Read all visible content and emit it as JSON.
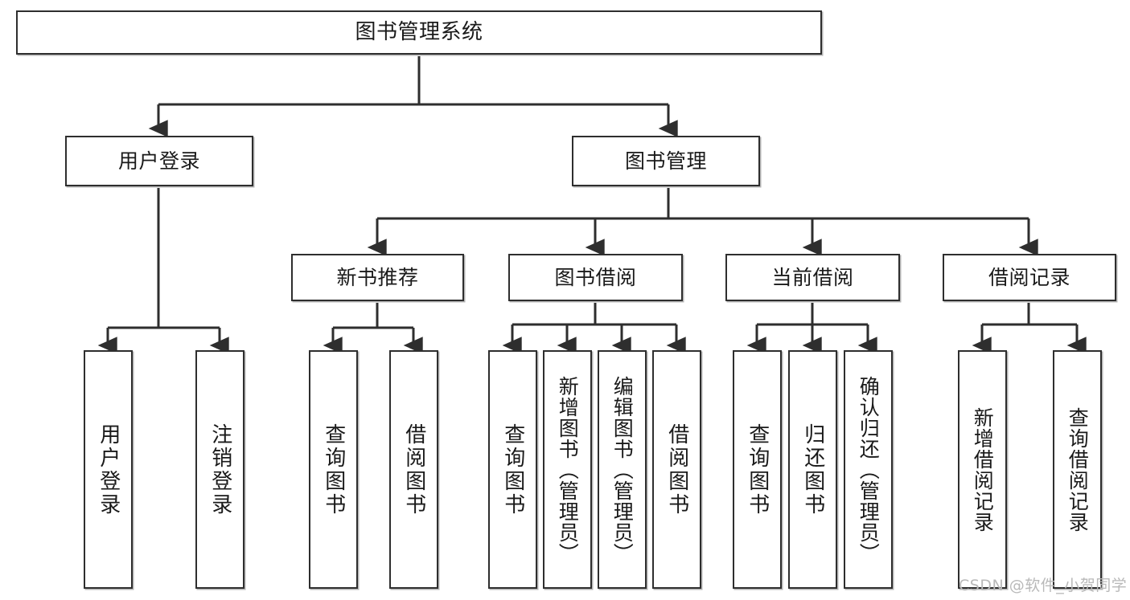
{
  "diagram": {
    "title": "图书管理系统",
    "type": "tree-hierarchy-chart",
    "orientation": "top-down",
    "stroke_color": "#2e2e2e",
    "fill_color": "#ffffff",
    "text_color": "#1a1a1a"
  },
  "root": {
    "label": "图书管理系统"
  },
  "level1": [
    {
      "label": "用户登录"
    },
    {
      "label": "图书管理"
    }
  ],
  "level2": [
    {
      "label": "新书推荐"
    },
    {
      "label": "图书借阅"
    },
    {
      "label": "当前借阅"
    },
    {
      "label": "借阅记录"
    }
  ],
  "leaves": {
    "user_login": [
      {
        "label": "用户登录"
      },
      {
        "label": "注销登录"
      }
    ],
    "new_book_recommend": [
      {
        "label": "查询图书"
      },
      {
        "label": "借阅图书"
      }
    ],
    "book_borrow": [
      {
        "label": "查询图书"
      },
      {
        "label": "新增图书（管理员）"
      },
      {
        "label": "编辑图书（管理员）"
      },
      {
        "label": "借阅图书"
      }
    ],
    "current_borrow": [
      {
        "label": "查询图书"
      },
      {
        "label": "归还图书"
      },
      {
        "label": "确认归还（管理员）"
      }
    ],
    "borrow_record": [
      {
        "label": "新增借阅记录"
      },
      {
        "label": "查询借阅记录"
      }
    ]
  },
  "watermark": {
    "text": "CSDN @软件_小贺同学"
  }
}
